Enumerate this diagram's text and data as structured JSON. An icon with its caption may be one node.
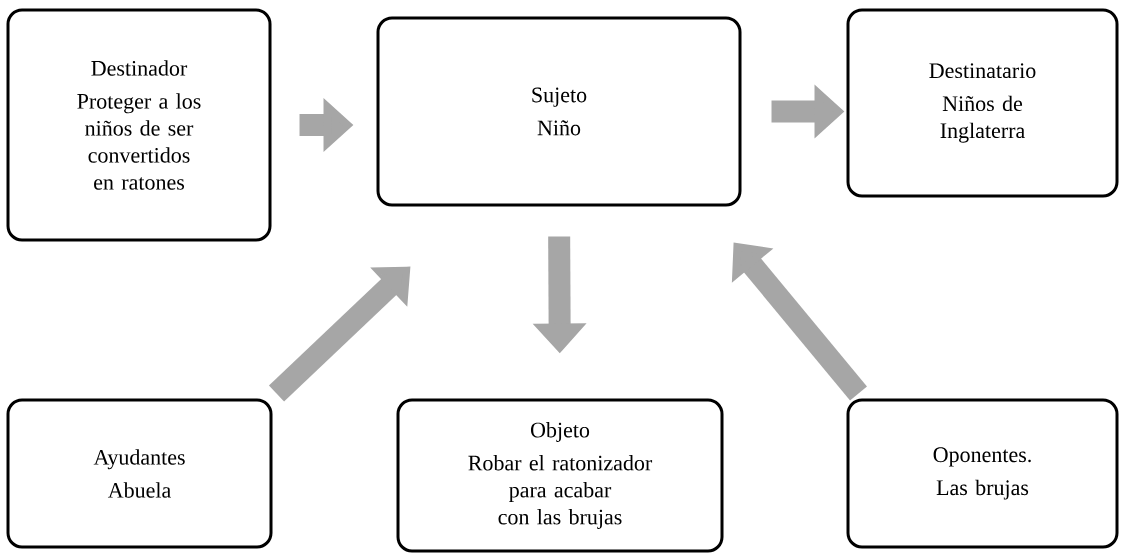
{
  "diagram": {
    "nodes": [
      {
        "text": [
          "Destinador",
          "Proteger a los niños de ser convertidos en ratones"
        ]
      },
      {
        "text": [
          "Sujeto",
          "Niño"
        ]
      },
      {
        "text": [
          "Destinatario",
          "Niños de Inglaterra"
        ]
      },
      {
        "text": [
          "Ayudantes",
          "Abuela"
        ]
      },
      {
        "text": [
          "Objeto",
          "Robar el ratonizador para acabar con las brujas"
        ]
      },
      {
        "text": [
          "Oponentes.",
          "Las brujas"
        ]
      }
    ],
    "edges": [
      {
        "from": 0,
        "to": 1,
        "arrow": "to"
      },
      {
        "from": 1,
        "to": 2,
        "arrow": "to"
      },
      {
        "from": 1,
        "to": 4,
        "arrow": "to"
      },
      {
        "from": 3,
        "to": 1,
        "arrow": "to"
      },
      {
        "from": 5,
        "to": 1,
        "arrow": "to"
      }
    ]
  }
}
